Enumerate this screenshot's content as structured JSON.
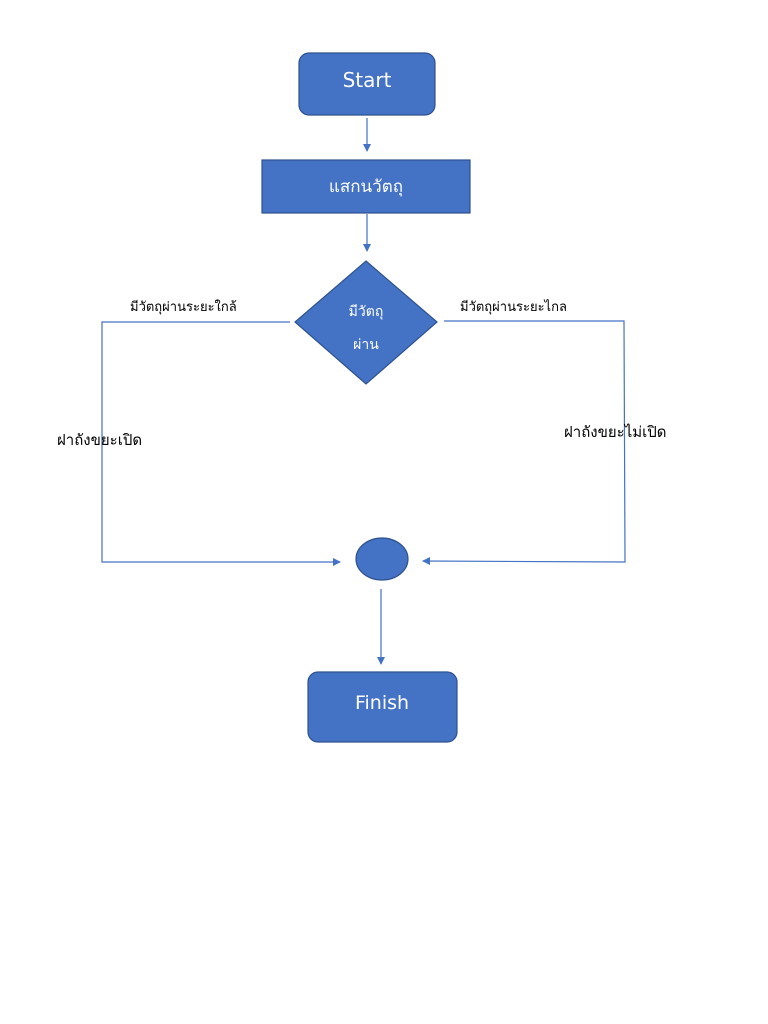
{
  "colors": {
    "node_fill": "#4472C4",
    "node_stroke": "#2F528F",
    "edge": "#4472C4",
    "node_text": "#FFFFFF",
    "label_text": "#000000"
  },
  "nodes": {
    "start": {
      "shape": "rounded-rectangle",
      "label": "Start"
    },
    "scan": {
      "shape": "rectangle",
      "label": "แสกนวัตถุ"
    },
    "decision": {
      "shape": "diamond",
      "label_line1": "มีวัตถุ",
      "label_line2": "ผ่าน"
    },
    "merge": {
      "shape": "circle",
      "label": ""
    },
    "finish": {
      "shape": "rounded-rectangle",
      "label": "Finish"
    }
  },
  "edge_labels": {
    "left_branch": "มีวัตถุผ่านระยะใกล้",
    "right_branch": "มีวัตถุผ่านระยะไกล",
    "left_action": "ฝาถังขยะเปิด",
    "right_action": "ฝาถังขยะไม่เปิด"
  }
}
